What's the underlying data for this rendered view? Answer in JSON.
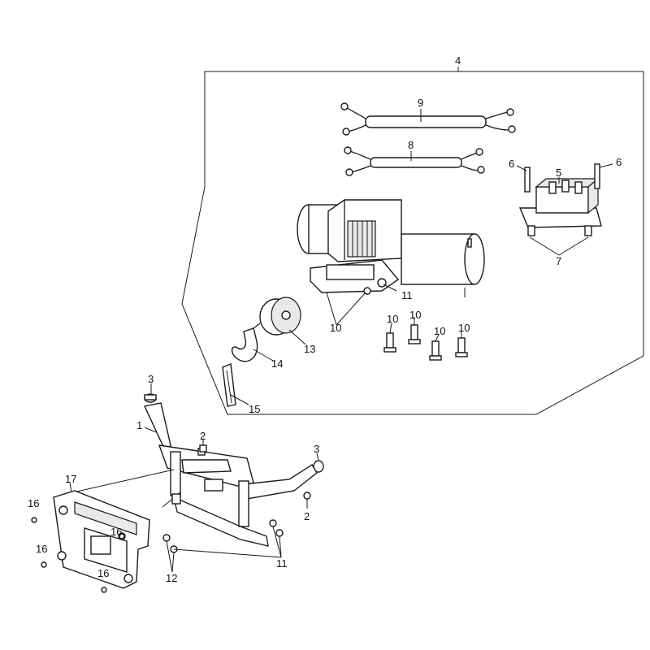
{
  "callouts": [
    {
      "label": "4"
    },
    {
      "label": "9"
    },
    {
      "label": "8"
    },
    {
      "label": "6"
    },
    {
      "label": "5"
    },
    {
      "label": "6"
    },
    {
      "label": "7"
    },
    {
      "label": "11"
    },
    {
      "label": "10"
    },
    {
      "label": "13"
    },
    {
      "label": "14"
    },
    {
      "label": "15"
    },
    {
      "label": "10"
    },
    {
      "label": "10"
    },
    {
      "label": "10"
    },
    {
      "label": "10"
    },
    {
      "label": "3"
    },
    {
      "label": "1"
    },
    {
      "label": "2"
    },
    {
      "label": "3"
    },
    {
      "label": "17"
    },
    {
      "label": "2"
    },
    {
      "label": "16"
    },
    {
      "label": "16"
    },
    {
      "label": "16"
    },
    {
      "label": "16"
    },
    {
      "label": "11"
    },
    {
      "label": "12"
    }
  ]
}
